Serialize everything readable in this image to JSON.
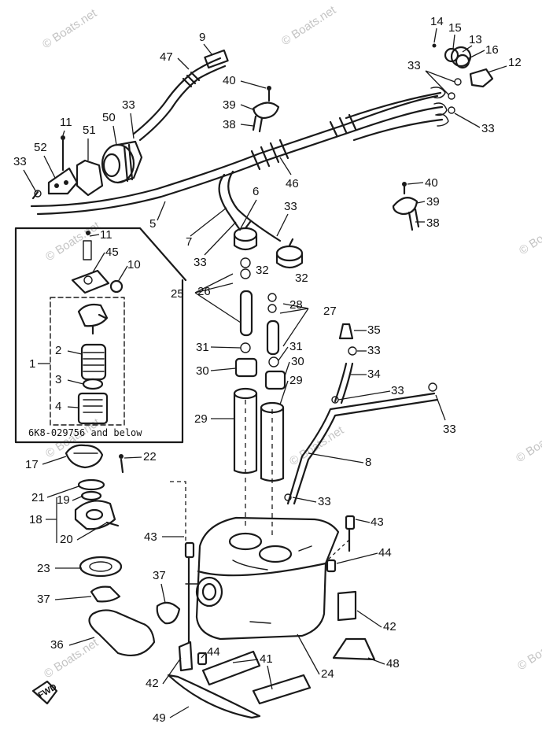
{
  "watermark": "© Boats.net",
  "inset_note": "6K8-029756 and below",
  "fwd_label": "FWD",
  "labels": {
    "p1": "1",
    "p2": "2",
    "p3": "3",
    "p4": "4",
    "p5": "5",
    "p6": "6",
    "p7": "7",
    "p8": "8",
    "p9": "9",
    "p10": "10",
    "p11a": "11",
    "p11b": "11",
    "p12": "12",
    "p13": "13",
    "p14": "14",
    "p15": "15",
    "p16": "16",
    "p17": "17",
    "p18": "18",
    "p19": "19",
    "p20": "20",
    "p21": "21",
    "p22": "22",
    "p23": "23",
    "p24": "24",
    "p25": "25",
    "p26": "26",
    "p27": "27",
    "p28": "28",
    "p29a": "29",
    "p29b": "29",
    "p30a": "30",
    "p30b": "30",
    "p31a": "31",
    "p31b": "31",
    "p32a": "32",
    "p32b": "32",
    "p33a": "33",
    "p33b": "33",
    "p33c": "33",
    "p33d": "33",
    "p33e": "33",
    "p33f": "33",
    "p33g": "33",
    "p33h": "33",
    "p33i": "33",
    "p33j": "33",
    "p34": "34",
    "p35": "35",
    "p36": "36",
    "p37a": "37",
    "p37b": "37",
    "p38a": "38",
    "p38b": "38",
    "p39a": "39",
    "p39b": "39",
    "p40a": "40",
    "p40b": "40",
    "p41": "41",
    "p42a": "42",
    "p42b": "42",
    "p43a": "43",
    "p43b": "43",
    "p44a": "44",
    "p44b": "44",
    "p45": "45",
    "p46": "46",
    "p47": "47",
    "p48": "48",
    "p49": "49",
    "p50": "50",
    "p51": "51",
    "p52": "52"
  }
}
